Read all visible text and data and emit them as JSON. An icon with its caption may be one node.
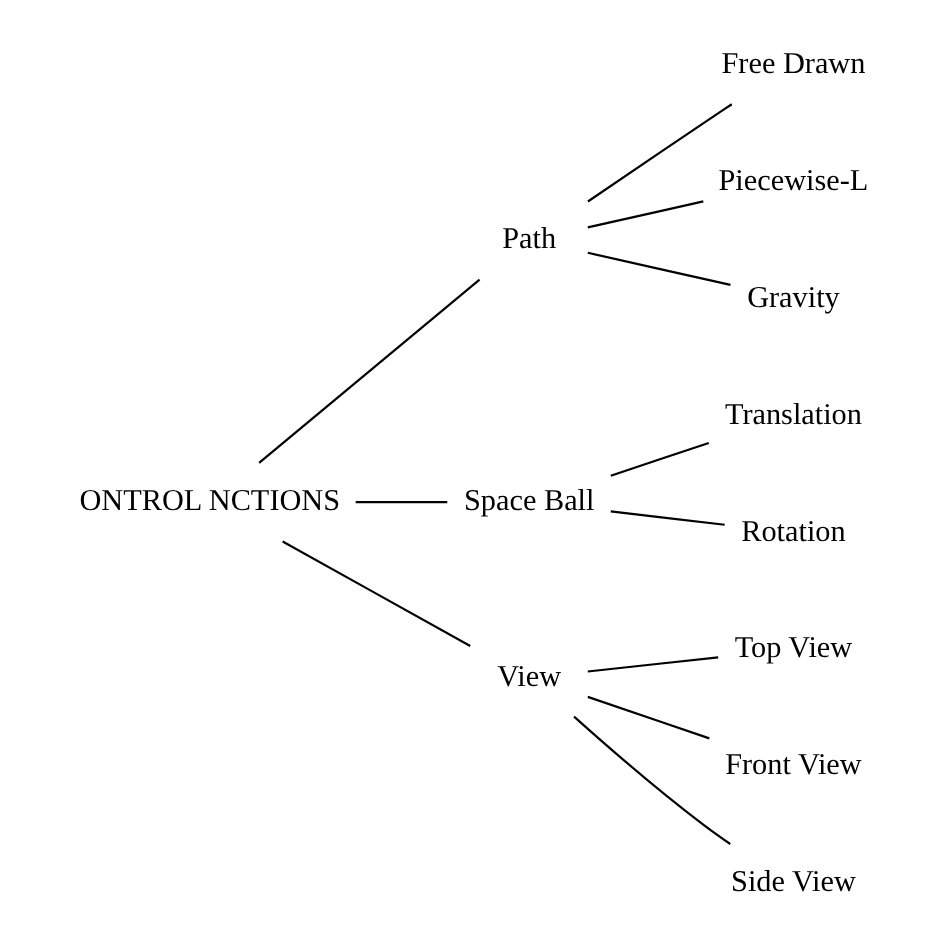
{
  "diagram": {
    "nodes": [
      {
        "text": [
          "ONTROL NCTIONS"
        ]
      },
      {
        "text": [
          "Path"
        ]
      },
      {
        "text": [
          "Space Ball"
        ]
      },
      {
        "text": [
          "View"
        ]
      },
      {
        "text": [
          "Free Drawn"
        ]
      },
      {
        "text": [
          "Piecewise-L"
        ]
      },
      {
        "text": [
          "Gravity"
        ]
      },
      {
        "text": [
          "Translation"
        ]
      },
      {
        "text": [
          "Rotation"
        ]
      },
      {
        "text": [
          "Top View"
        ]
      },
      {
        "text": [
          "Front View"
        ]
      },
      {
        "text": [
          "Side View"
        ]
      }
    ],
    "edges": [
      {
        "from": 0,
        "to": 1,
        "arrow": "none"
      },
      {
        "from": 0,
        "to": 2,
        "arrow": "none"
      },
      {
        "from": 0,
        "to": 3,
        "arrow": "none"
      },
      {
        "from": 1,
        "to": 4,
        "arrow": "none"
      },
      {
        "from": 1,
        "to": 5,
        "arrow": "none"
      },
      {
        "from": 1,
        "to": 6,
        "arrow": "none"
      },
      {
        "from": 2,
        "to": 7,
        "arrow": "none"
      },
      {
        "from": 2,
        "to": 8,
        "arrow": "none"
      },
      {
        "from": 3,
        "to": 9,
        "arrow": "none"
      },
      {
        "from": 3,
        "to": 10,
        "arrow": "none"
      },
      {
        "from": 3,
        "to": 11,
        "arrow": "none"
      }
    ]
  }
}
